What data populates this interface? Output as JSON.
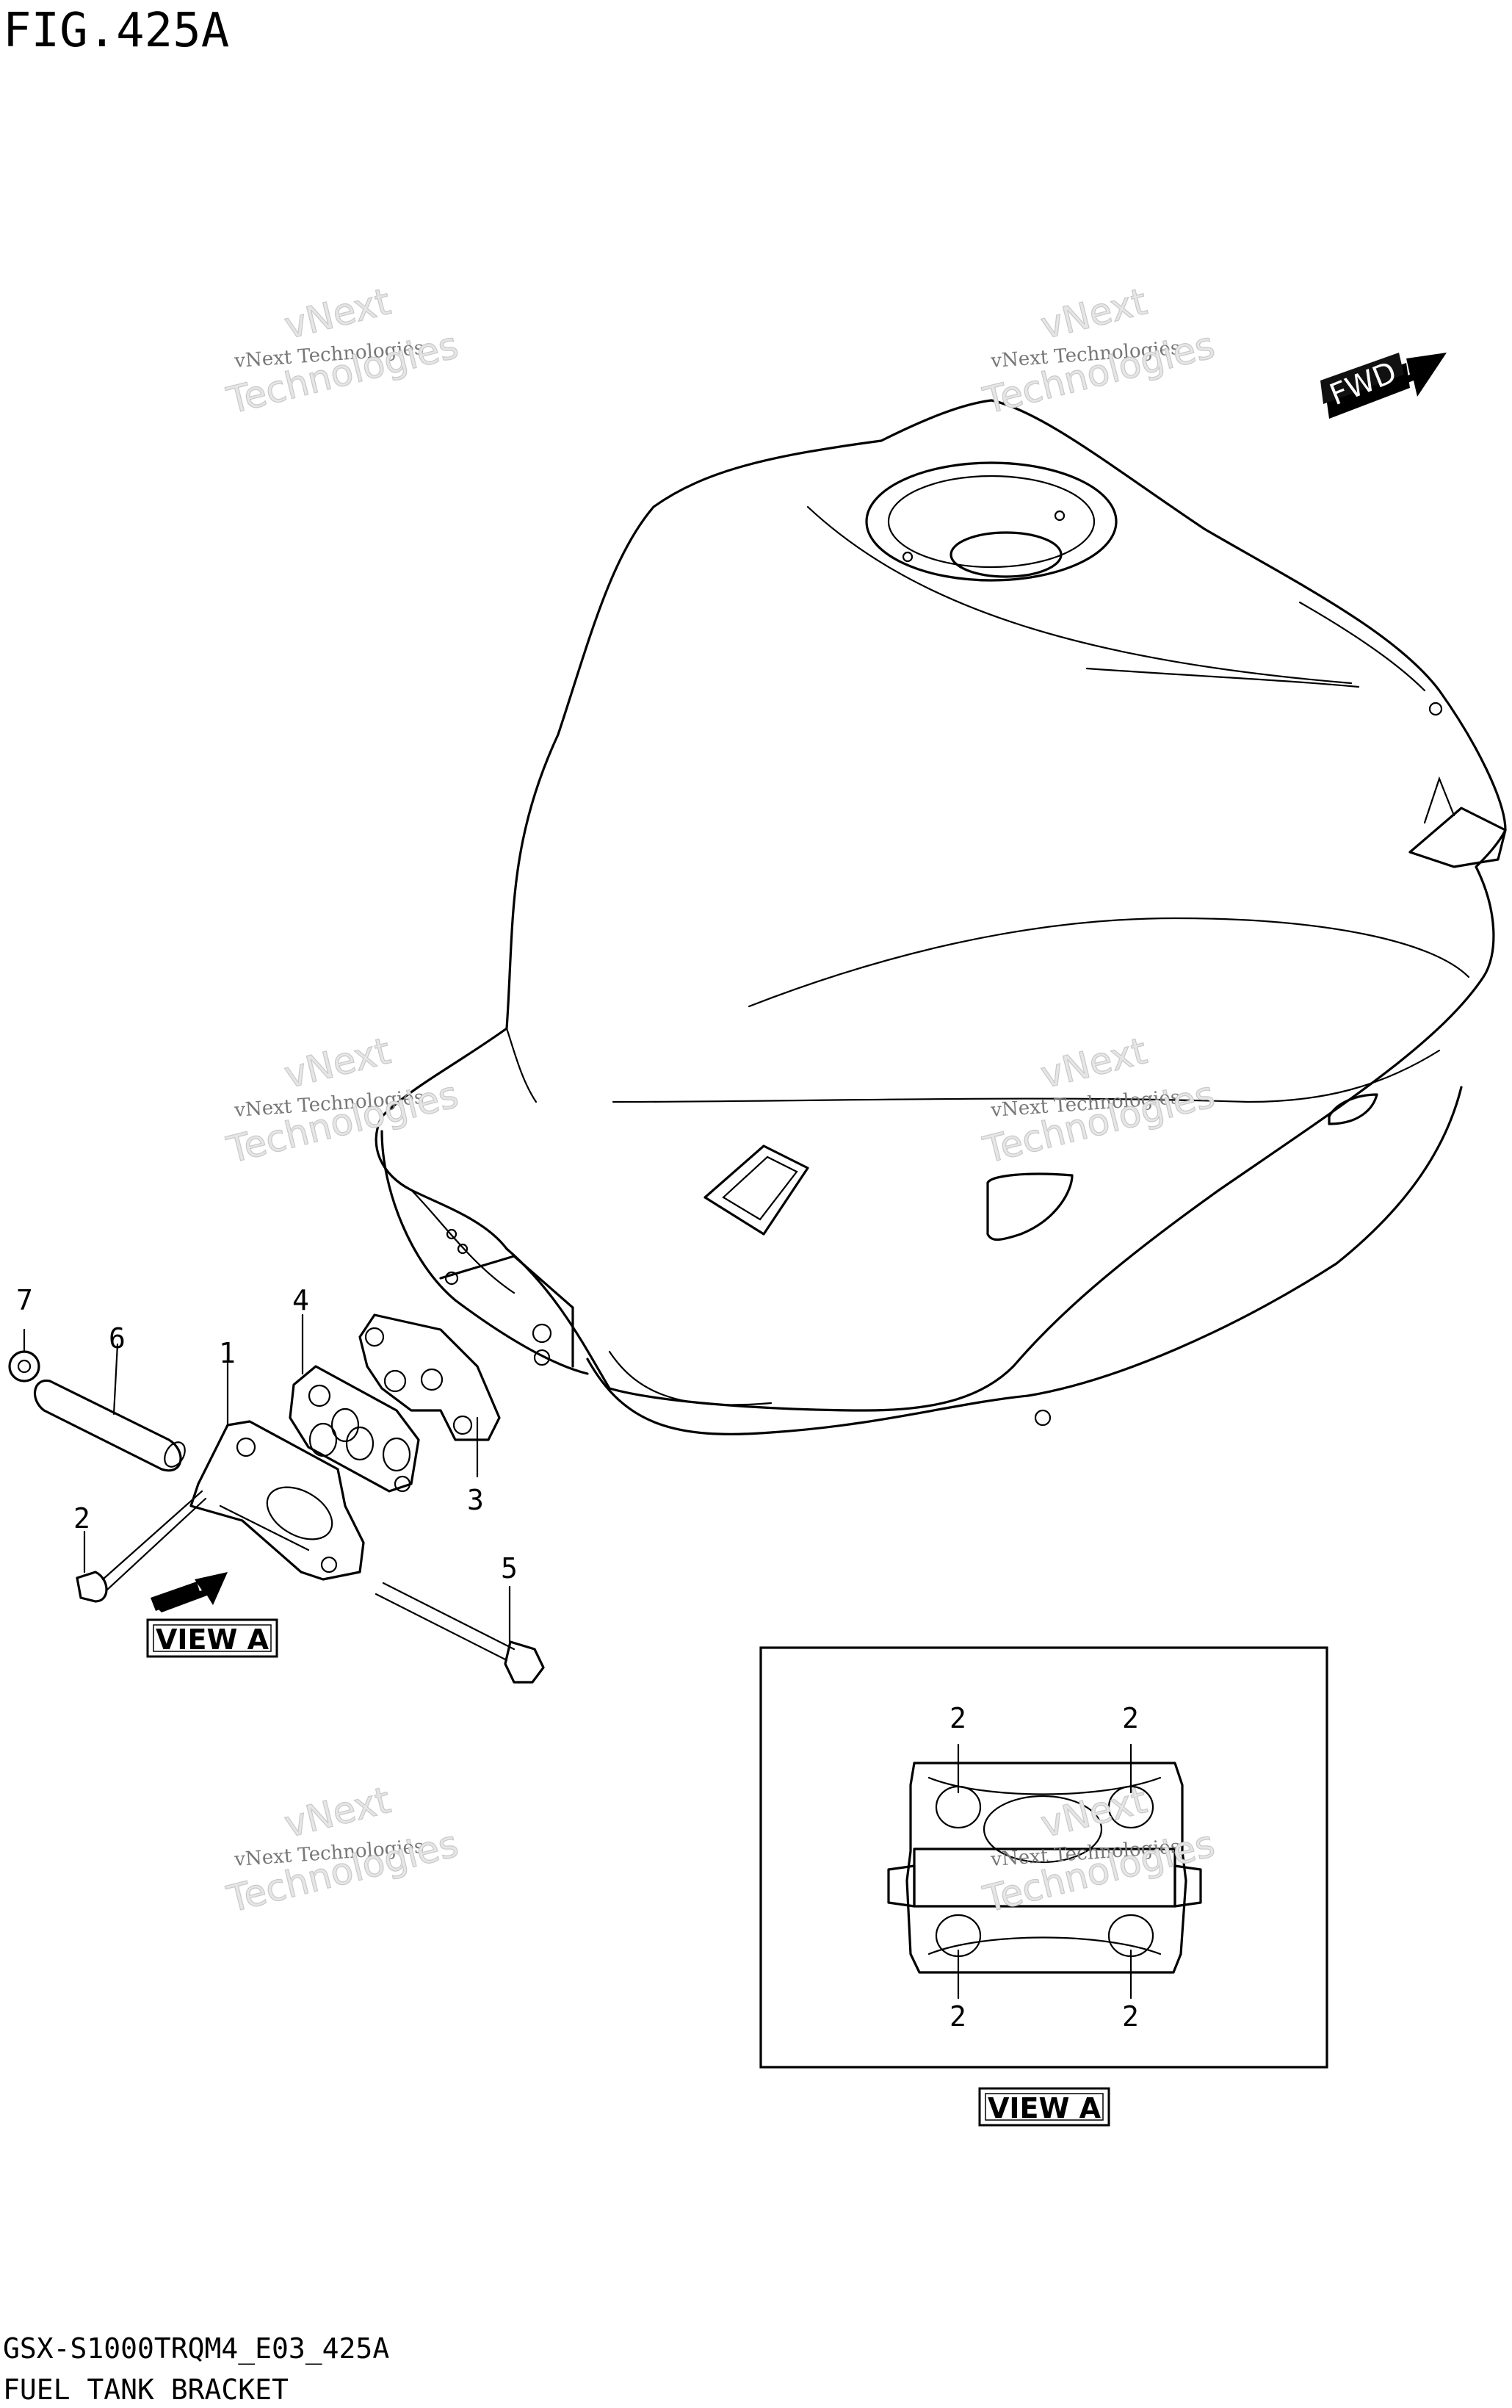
{
  "figure": {
    "title": "FIG.425A",
    "model_code": "GSX-S1000TRQM4_E03_425A",
    "name": "FUEL TANK BRACKET"
  },
  "fwd_label": "FWD",
  "view_label": "VIEW A",
  "inset_view_label": "VIEW A",
  "watermark": {
    "line1": "vNext",
    "line2": "vNext Technologies",
    "line3": "Technologies"
  },
  "callouts": [
    "7",
    "6",
    "1",
    "4",
    "3",
    "2",
    "5"
  ],
  "inset_callouts": [
    "2",
    "2",
    "2",
    "2"
  ]
}
